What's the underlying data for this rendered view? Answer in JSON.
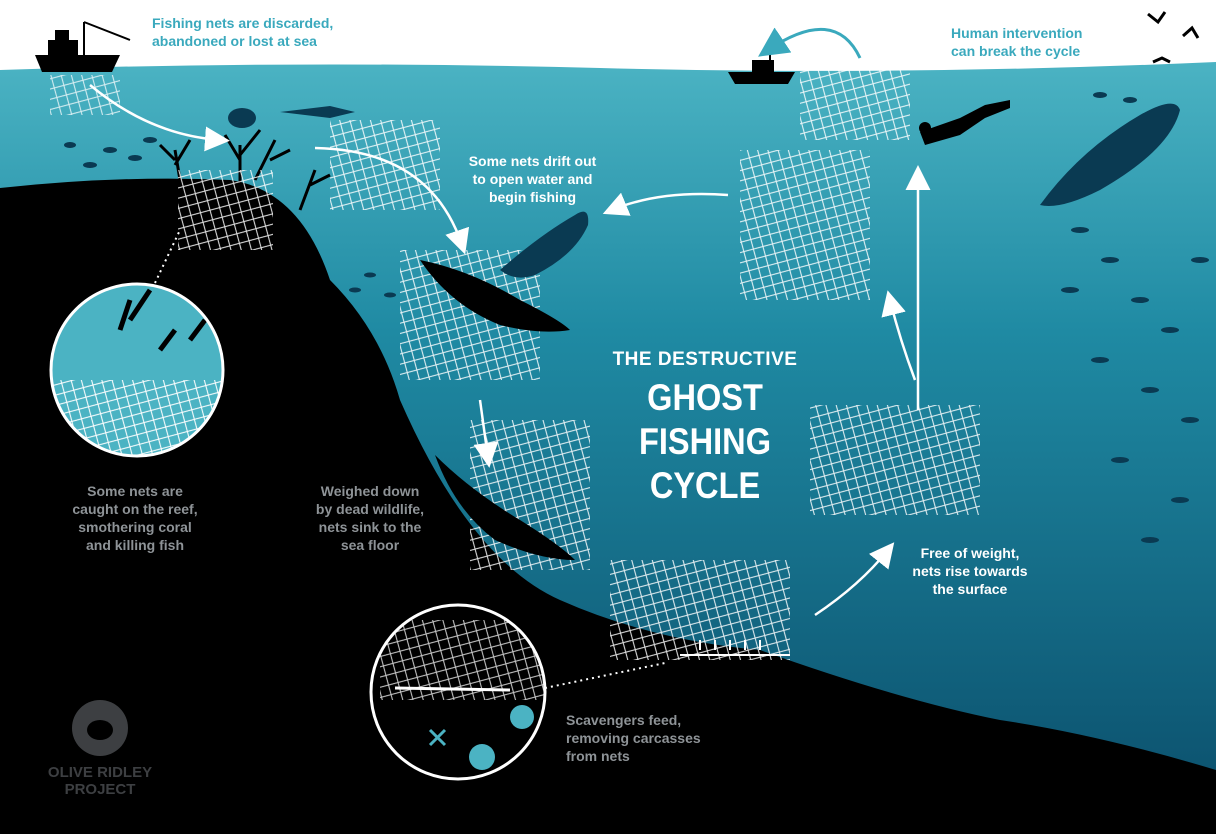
{
  "title": {
    "line1": "THE DESTRUCTIVE",
    "line2": "GHOST FISHING\nCYCLE"
  },
  "steps": {
    "discarded": "Fishing nets are discarded,\nabandoned or lost at sea",
    "drift": "Some nets drift out\nto open water and\nbegin fishing",
    "reef": "Some nets are\ncaught on the reef,\nsmothering coral\nand killing fish",
    "sink": "Weighed down\nby dead wildlife,\nnets sink to the\nsea floor",
    "scavengers": "Scavengers feed,\nremoving carcasses\nfrom nets",
    "rise": "Free of weight,\nnets rise towards\nthe surface",
    "intervention": "Human intervention\ncan break the cycle"
  },
  "logo": {
    "text": "OLIVE RIDLEY\nPROJECT"
  },
  "colors": {
    "ocean_top": "#4bb3c3",
    "ocean_bottom": "#0a4d6a",
    "seabed": "#000000",
    "accent": "#3aa9bd"
  }
}
